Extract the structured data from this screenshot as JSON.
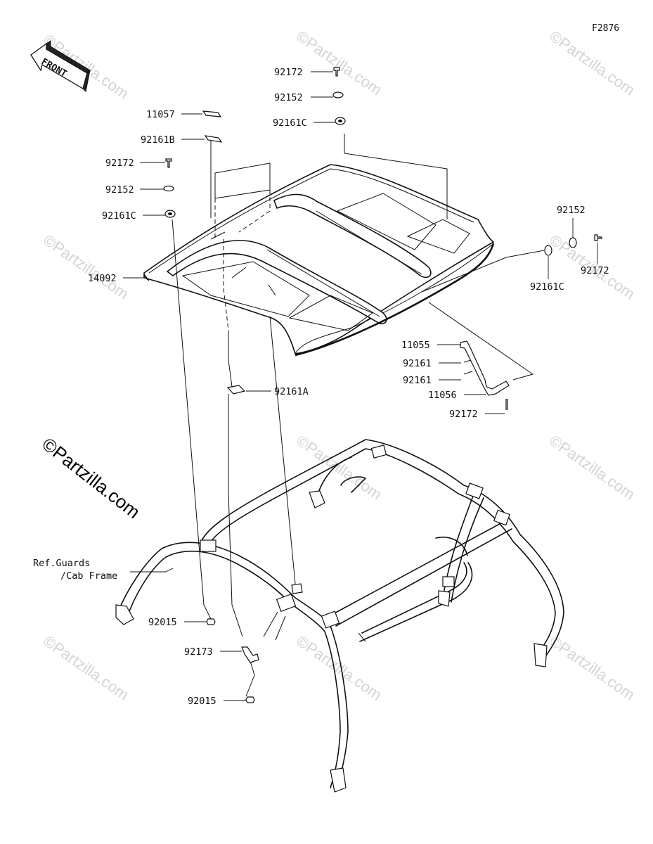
{
  "figure_code": "F2876",
  "front_arrow_text": "FRONT",
  "watermark_text": "©Partzilla.com",
  "logo_text": "©Partzilla.com",
  "labels": {
    "p92172_top": "92172",
    "p92152_top": "92152",
    "p92161C_top": "92161C",
    "p11057": "11057",
    "p92161B": "92161B",
    "p92172_left": "92172",
    "p92152_left": "92152",
    "p92161C_left": "92161C",
    "p14092": "14092",
    "p92152_right": "92152",
    "p92172_right": "92172",
    "p92161C_right": "92161C",
    "p11055": "11055",
    "p92161_a": "92161",
    "p92161_b": "92161",
    "p11056": "11056",
    "p92172_bracket": "92172",
    "p92161A": "92161A",
    "p92015_upper": "92015",
    "p92173": "92173",
    "p92015_lower": "92015"
  },
  "reference": {
    "line1": "Ref.Guards",
    "line2": "/Cab Frame"
  }
}
